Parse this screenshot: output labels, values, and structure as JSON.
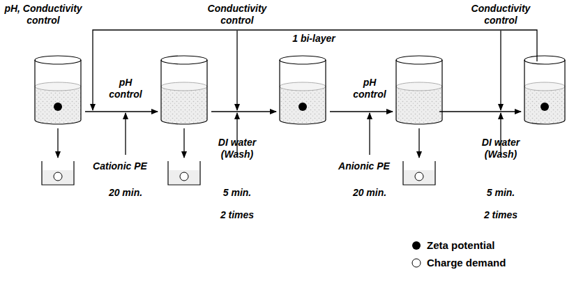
{
  "diagram": {
    "labels": [
      "pH, Conductivity control",
      "pH control",
      "Cationic PE",
      "20 min.",
      "Conductivity control",
      "DI water (Wash)",
      "5 min.",
      "2 times",
      "pH control",
      "Anionic PE",
      "20 min.",
      "Conductivity control",
      "DI water (Wash)",
      "5 min.",
      "2 times",
      "1 bi-layer"
    ],
    "legend": [
      {
        "text": "Zeta potential"
      },
      {
        "text": "Charge demand"
      }
    ]
  }
}
